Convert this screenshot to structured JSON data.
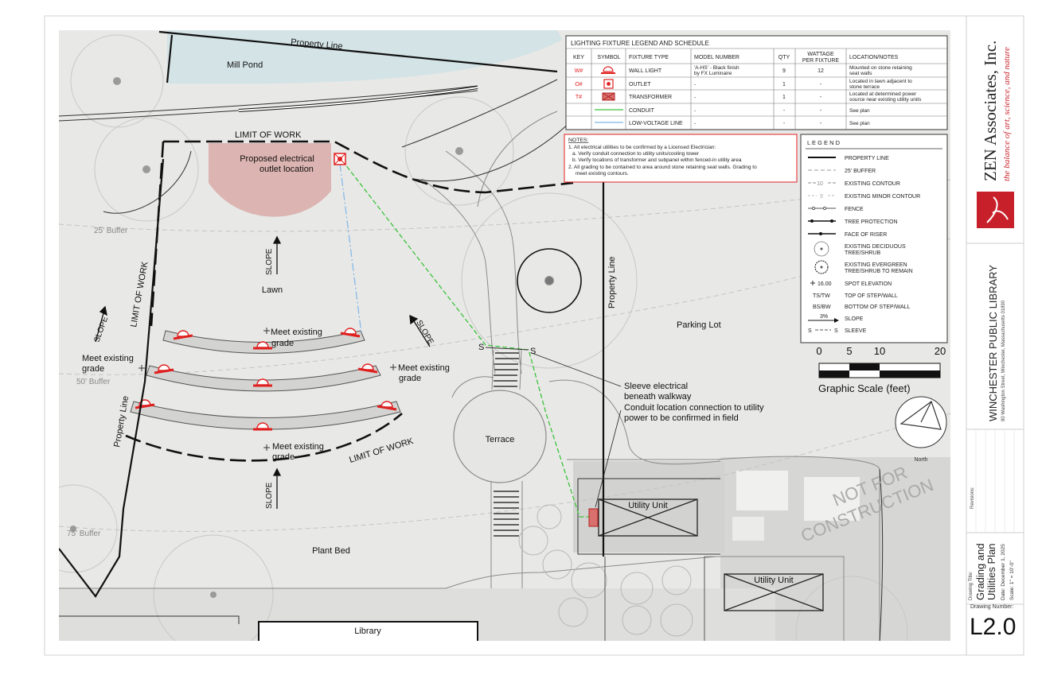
{
  "labels": {
    "property_line_top": "Property Line",
    "property_line_right": "Property Line",
    "property_line_left": "Property Line",
    "mill_pond": "Mill Pond",
    "limit_of_work_top": "LIMIT OF WORK",
    "limit_of_work_left": "LIMIT OF WORK",
    "limit_of_work_bottom": "LIMIT OF WORK",
    "outlet_line1": "Proposed electrical",
    "outlet_line2": "outlet location",
    "buffer_25": "25' Buffer",
    "buffer_50": "50' Buffer",
    "buffer_75": "75' Buffer",
    "slope": "SLOPE",
    "lawn": "Lawn",
    "parking_lot": "Parking Lot",
    "terrace": "Terrace",
    "plant_bed": "Plant Bed",
    "library": "Library",
    "utility_unit": "Utility Unit",
    "meet_existing": "Meet existing",
    "grade": "grade",
    "sleeve_s": "S",
    "sleeve_note_1": "Sleeve electrical",
    "sleeve_note_2": "beneath walkway",
    "conduit_note_1": "Conduit location connection to utility",
    "conduit_note_2": "power to be confirmed in field",
    "not_for_1": "NOT FOR",
    "not_for_2": "CONSTRUCTION",
    "north": "North"
  },
  "schedule": {
    "title": "LIGHTING FIXTURE LEGEND AND SCHEDULE",
    "headers": [
      "KEY",
      "SYMBOL",
      "FIXTURE TYPE",
      "MODEL NUMBER",
      "QTY",
      "WATTAGE",
      "PER FIXTURE",
      "LOCATION/NOTES"
    ],
    "rows": [
      {
        "key": "W#",
        "type": "WALL LIGHT",
        "model1": "'A-HS' - Black finish",
        "model2": "by FX Luminaire",
        "qty": "9",
        "watt": "12",
        "notes1": "Mounted on stone retaining",
        "notes2": "seat walls"
      },
      {
        "key": "O#",
        "type": "OUTLET",
        "model1": "-",
        "model2": "",
        "qty": "1",
        "watt": "-",
        "notes1": "Located in lawn adjacent to",
        "notes2": "stone terrace"
      },
      {
        "key": "T#",
        "type": "TRANSFORMER",
        "model1": "-",
        "model2": "",
        "qty": "1",
        "watt": "-",
        "notes1": "Located at determined power",
        "notes2": "source near existing utility units"
      },
      {
        "key": "",
        "type": "CONDUIT",
        "model1": "-",
        "model2": "",
        "qty": "-",
        "watt": "-",
        "notes1": "See plan",
        "notes2": ""
      },
      {
        "key": "",
        "type": "LOW-VOLTAGE LINE",
        "model1": "-",
        "model2": "",
        "qty": "-",
        "watt": "-",
        "notes1": "See plan",
        "notes2": ""
      }
    ]
  },
  "notes": {
    "title": "NOTES:",
    "lines": [
      "1.  All electrical utilities to be confirmed by a Licensed Electrician:",
      "a.   Verify conduit connection to utility units/cooling tower",
      "b.   Verify locations of transformer and subpanel within fenced-in utility area",
      "2.  All grading to be contained to area around stone retaining seat walls. Grading to",
      "meet existing contours."
    ]
  },
  "legend": {
    "title": "L E G E N D",
    "items": [
      "PROPERTY LINE",
      "25' BUFFER",
      "EXISTING CONTOUR",
      "EXISTING MINOR CONTOUR",
      "FENCE",
      "TREE PROTECTION",
      "FACE OF RISER",
      "EXISTING DECIDUOUS",
      "TREE/SHRUB",
      "EXISTING EVERGREEN",
      "TREE/SHRUB TO REMAIN",
      "SPOT ELEVATION",
      "TOP OF STEP/WALL",
      "BOTTOM OF STEP/WALL",
      "SLOPE",
      "SLEEVE"
    ],
    "contour_10": "10",
    "contour_9": "9",
    "spot_value": "16.00",
    "ts_tw": "TS/TW",
    "bs_bw": "BS/BW",
    "slope_pct": "3%",
    "sleeve_sym": "S",
    "sleeve_sym2": "S"
  },
  "scale": {
    "ticks": [
      "0",
      "5",
      "10",
      "20"
    ],
    "caption": "Graphic Scale (feet)"
  },
  "title_block": {
    "firm": "ZEN Associates, Inc.",
    "tagline": "the balance of art, science, and nature",
    "project": "WINCHESTER PUBLIC LIBRARY",
    "address": "80 Washington Street, Winchester, Massachusetts 01890",
    "revisions": "Revisions:",
    "drawing_title_label": "Drawing Title:",
    "drawing_title_1": "Grading and",
    "drawing_title_2": "Utilities Plan",
    "date": "Date:  December 1, 2025",
    "scale": "Scale: 1\" = 10'-0\"",
    "drawing_number_label": "Drawing Number:",
    "drawing_number": "L2.0"
  },
  "colors": {
    "pond": "#d3e3e6",
    "ground": "#e8e8e6",
    "outlet_zone": "#d9aaa7",
    "fixture_red": "#e02020",
    "conduit_green": "#3cc33c",
    "low_voltage_blue": "#7fb6ea",
    "brand_red": "#c8202a"
  }
}
